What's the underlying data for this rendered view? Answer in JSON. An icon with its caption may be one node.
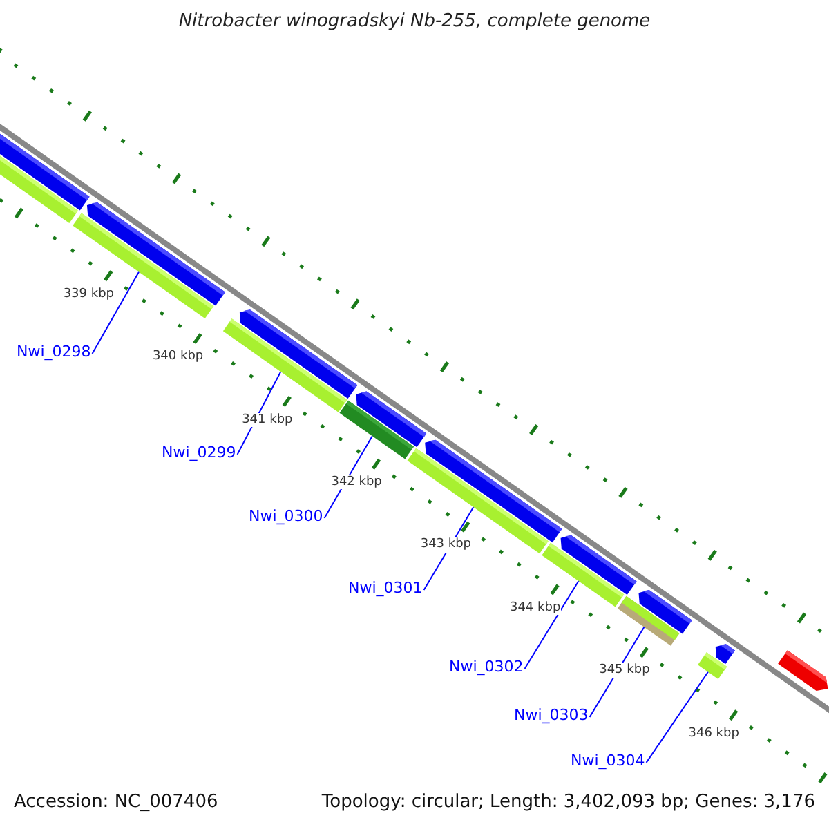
{
  "diagram": {
    "title": "Nitrobacter winogradskyi Nb-255, complete genome",
    "nodes": [
      {
        "text": [
          "Nwi_0298"
        ]
      },
      {
        "text": [
          "Nwi_0299"
        ]
      },
      {
        "text": [
          "Nwi_0300"
        ]
      },
      {
        "text": [
          "Nwi_0301"
        ]
      },
      {
        "text": [
          "Nwi_0302"
        ]
      },
      {
        "text": [
          "Nwi_0303"
        ]
      },
      {
        "text": [
          "Nwi_0304"
        ]
      },
      {
        "text": [],
        "shape": "bar"
      },
      {
        "text": [],
        "shape": "bar"
      },
      {
        "text": [],
        "shape": "bar"
      },
      {
        "text": [],
        "shape": "bar"
      },
      {
        "text": [],
        "shape": "bar"
      },
      {
        "text": [],
        "shape": "bar"
      },
      {
        "text": [],
        "shape": "bar"
      },
      {
        "text": [],
        "shape": "bar"
      },
      {
        "text": [],
        "shape": "pentagon"
      },
      {
        "text": [],
        "shape": "pentagon"
      },
      {
        "text": [],
        "shape": "pentagon"
      },
      {
        "text": [],
        "shape": "pentagon"
      },
      {
        "text": [],
        "shape": "pentagon"
      },
      {
        "text": [],
        "shape": "pentagon"
      },
      {
        "text": [],
        "shape": "pentagon"
      },
      {
        "text": [],
        "shape": "pentagon"
      },
      {
        "text": [],
        "shape": "pentagon"
      }
    ],
    "edges": [
      {
        "from": 0,
        "to": 7,
        "arrow": "none"
      },
      {
        "from": 1,
        "to": 8,
        "arrow": "none"
      },
      {
        "from": 2,
        "to": 9,
        "arrow": "none"
      },
      {
        "from": 3,
        "to": 10,
        "arrow": "none"
      },
      {
        "from": 4,
        "to": 11,
        "arrow": "none"
      },
      {
        "from": 5,
        "to": 12,
        "arrow": "none"
      },
      {
        "from": 6,
        "to": 13,
        "arrow": "none"
      }
    ],
    "labels": [
      "339 kbp",
      "340 kbp",
      "341 kbp",
      "342 kbp",
      "343 kbp",
      "344 kbp",
      "345 kbp",
      "346 kbp",
      "Accession: NC_007406",
      "Topology: circular; Length: 3,402,093 bp; Genes: 3,176"
    ]
  }
}
